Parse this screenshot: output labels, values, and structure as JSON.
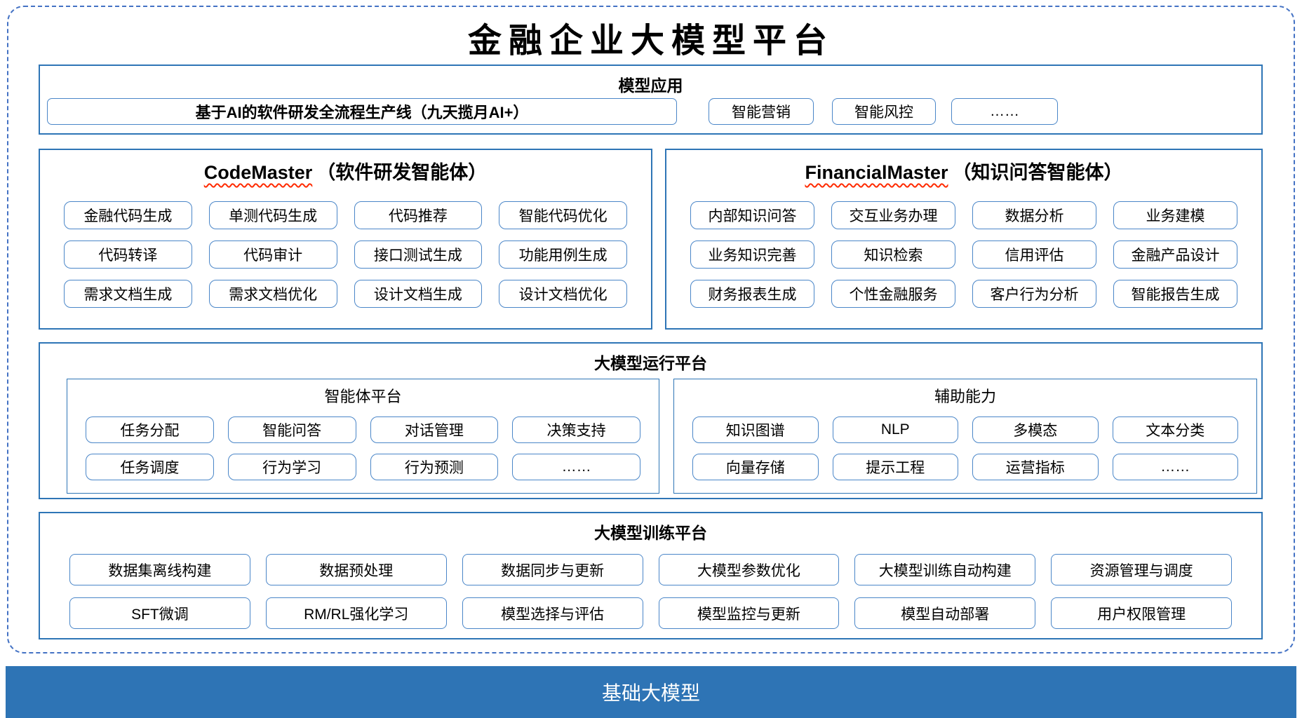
{
  "title": "金融企业大模型平台",
  "colors": {
    "section_border": "#2e75b6",
    "item_border": "#4a86c8",
    "outer_dashed_border": "#4472c4",
    "base_bar_bg": "#2e74b5",
    "spellcheck_wavy": "#ff2a00"
  },
  "model_app": {
    "title": "模型应用",
    "pipeline": "基于AI的软件研发全流程生产线（九天揽月AI+）",
    "items": [
      "智能营销",
      "智能风控",
      "……"
    ]
  },
  "code_master": {
    "name": "CodeMaster",
    "subtitle": "（软件研发智能体）",
    "items": [
      "金融代码生成",
      "单测代码生成",
      "代码推荐",
      "智能代码优化",
      "代码转译",
      "代码审计",
      "接口测试生成",
      "功能用例生成",
      "需求文档生成",
      "需求文档优化",
      "设计文档生成",
      "设计文档优化"
    ]
  },
  "financial_master": {
    "name": "FinancialMaster",
    "subtitle": "（知识问答智能体）",
    "items": [
      "内部知识问答",
      "交互业务办理",
      "数据分析",
      "业务建模",
      "业务知识完善",
      "知识检索",
      "信用评估",
      "金融产品设计",
      "财务报表生成",
      "个性金融服务",
      "客户行为分析",
      "智能报告生成"
    ]
  },
  "runtime": {
    "title": "大模型运行平台",
    "agent_platform": {
      "title": "智能体平台",
      "items": [
        "任务分配",
        "智能问答",
        "对话管理",
        "决策支持",
        "任务调度",
        "行为学习",
        "行为预测",
        "……"
      ]
    },
    "aux_ability": {
      "title": "辅助能力",
      "items": [
        "知识图谱",
        "NLP",
        "多模态",
        "文本分类",
        "向量存储",
        "提示工程",
        "运营指标",
        "……"
      ]
    }
  },
  "training": {
    "title": "大模型训练平台",
    "items": [
      "数据集离线构建",
      "数据预处理",
      "数据同步与更新",
      "大模型参数优化",
      "大模型训练自动构建",
      "资源管理与调度",
      "SFT微调",
      "RM/RL强化学习",
      "模型选择与评估",
      "模型监控与更新",
      "模型自动部署",
      "用户权限管理"
    ]
  },
  "base_model": {
    "title": "基础大模型"
  }
}
